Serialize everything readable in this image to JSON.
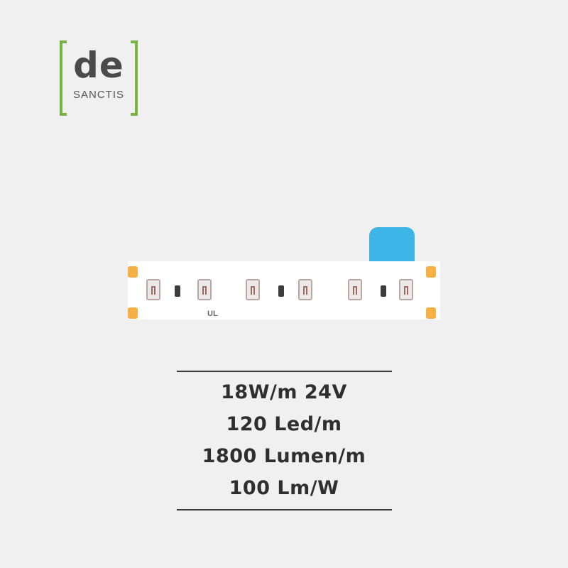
{
  "logo": {
    "line1": "de",
    "line2": "SANCTIS",
    "bracket_color": "#78b344"
  },
  "product": {
    "color_swatch": "#3db4e6",
    "pad_color": "#f7b043",
    "certification_mark": "UL"
  },
  "specs": [
    "18W/m 24V",
    "120 Led/m",
    "1800 Lumen/m",
    "100 Lm/W"
  ]
}
